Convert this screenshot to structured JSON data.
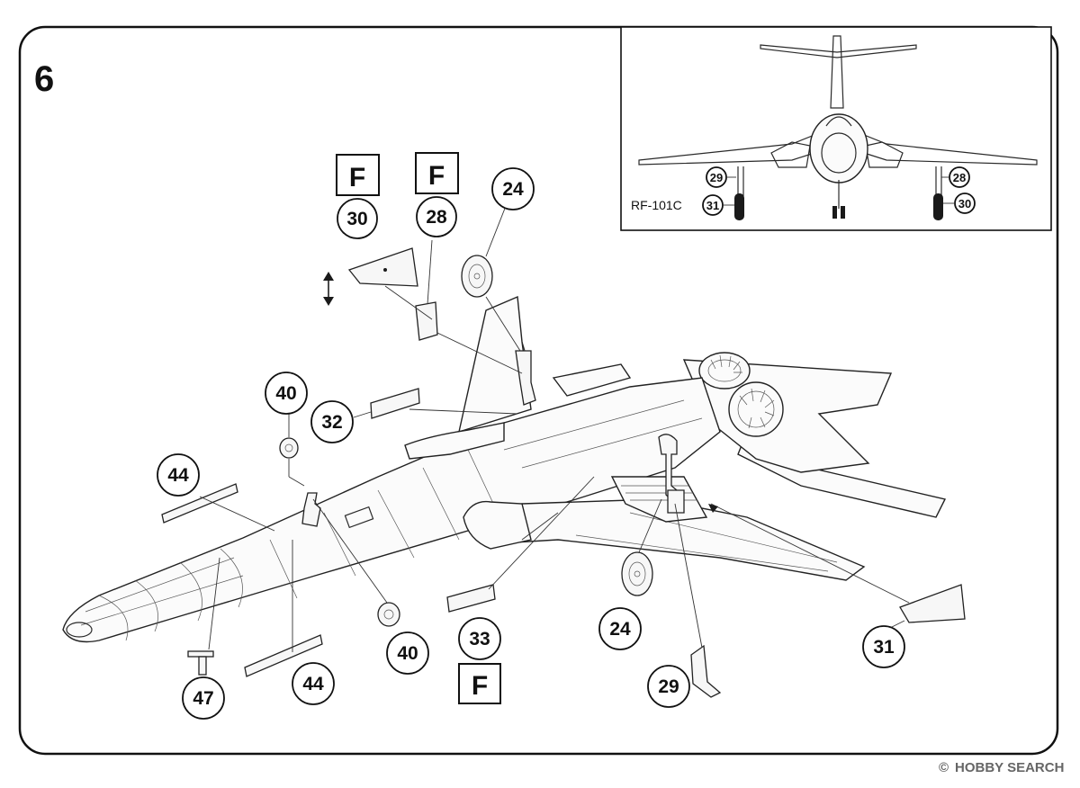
{
  "step": {
    "number": "6"
  },
  "inset": {
    "label": "RF-101C",
    "callouts": [
      "29",
      "31",
      "28",
      "30"
    ]
  },
  "callouts": {
    "c24_top": "24",
    "c30": "30",
    "c28": "28",
    "c40_top": "40",
    "c32": "32",
    "c44_left": "44",
    "c40_bottom": "40",
    "c33": "33",
    "c24_bottom": "24",
    "c31": "31",
    "c29": "29",
    "c47": "47",
    "c44_bottom": "44"
  },
  "f_markers": [
    "F",
    "F",
    "F"
  ],
  "watermark": {
    "text": "HOBBY SEARCH",
    "symbol": "©"
  }
}
